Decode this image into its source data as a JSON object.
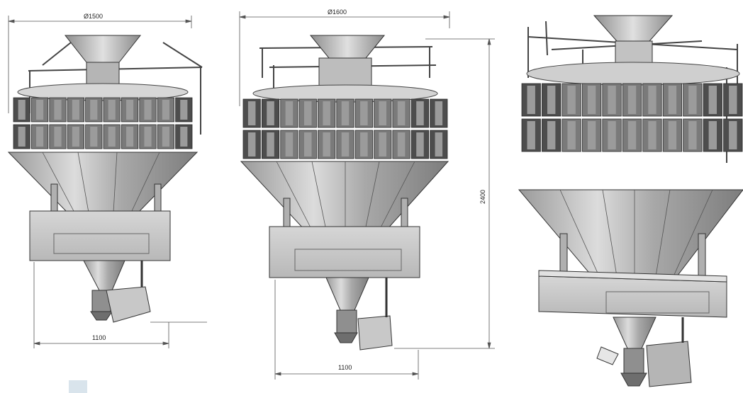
{
  "views": [
    {
      "name": "left",
      "dimensions": {
        "top_diameter": "Ø1500",
        "base_width": "1100"
      }
    },
    {
      "name": "middle",
      "dimensions": {
        "top_diameter": "Ø1600",
        "height": "2400",
        "base_width": "1100"
      }
    },
    {
      "name": "right",
      "dimensions": {}
    }
  ],
  "colors": {
    "metal_light": "#cfcfcf",
    "metal_mid": "#a9a9a9",
    "metal_dark": "#6e6e6e",
    "bucket": "#7a7a7a",
    "bucket_dark": "#4d4d4d",
    "line": "#333333",
    "dim_line": "#555555",
    "corner_square": "#d9e4ec"
  }
}
